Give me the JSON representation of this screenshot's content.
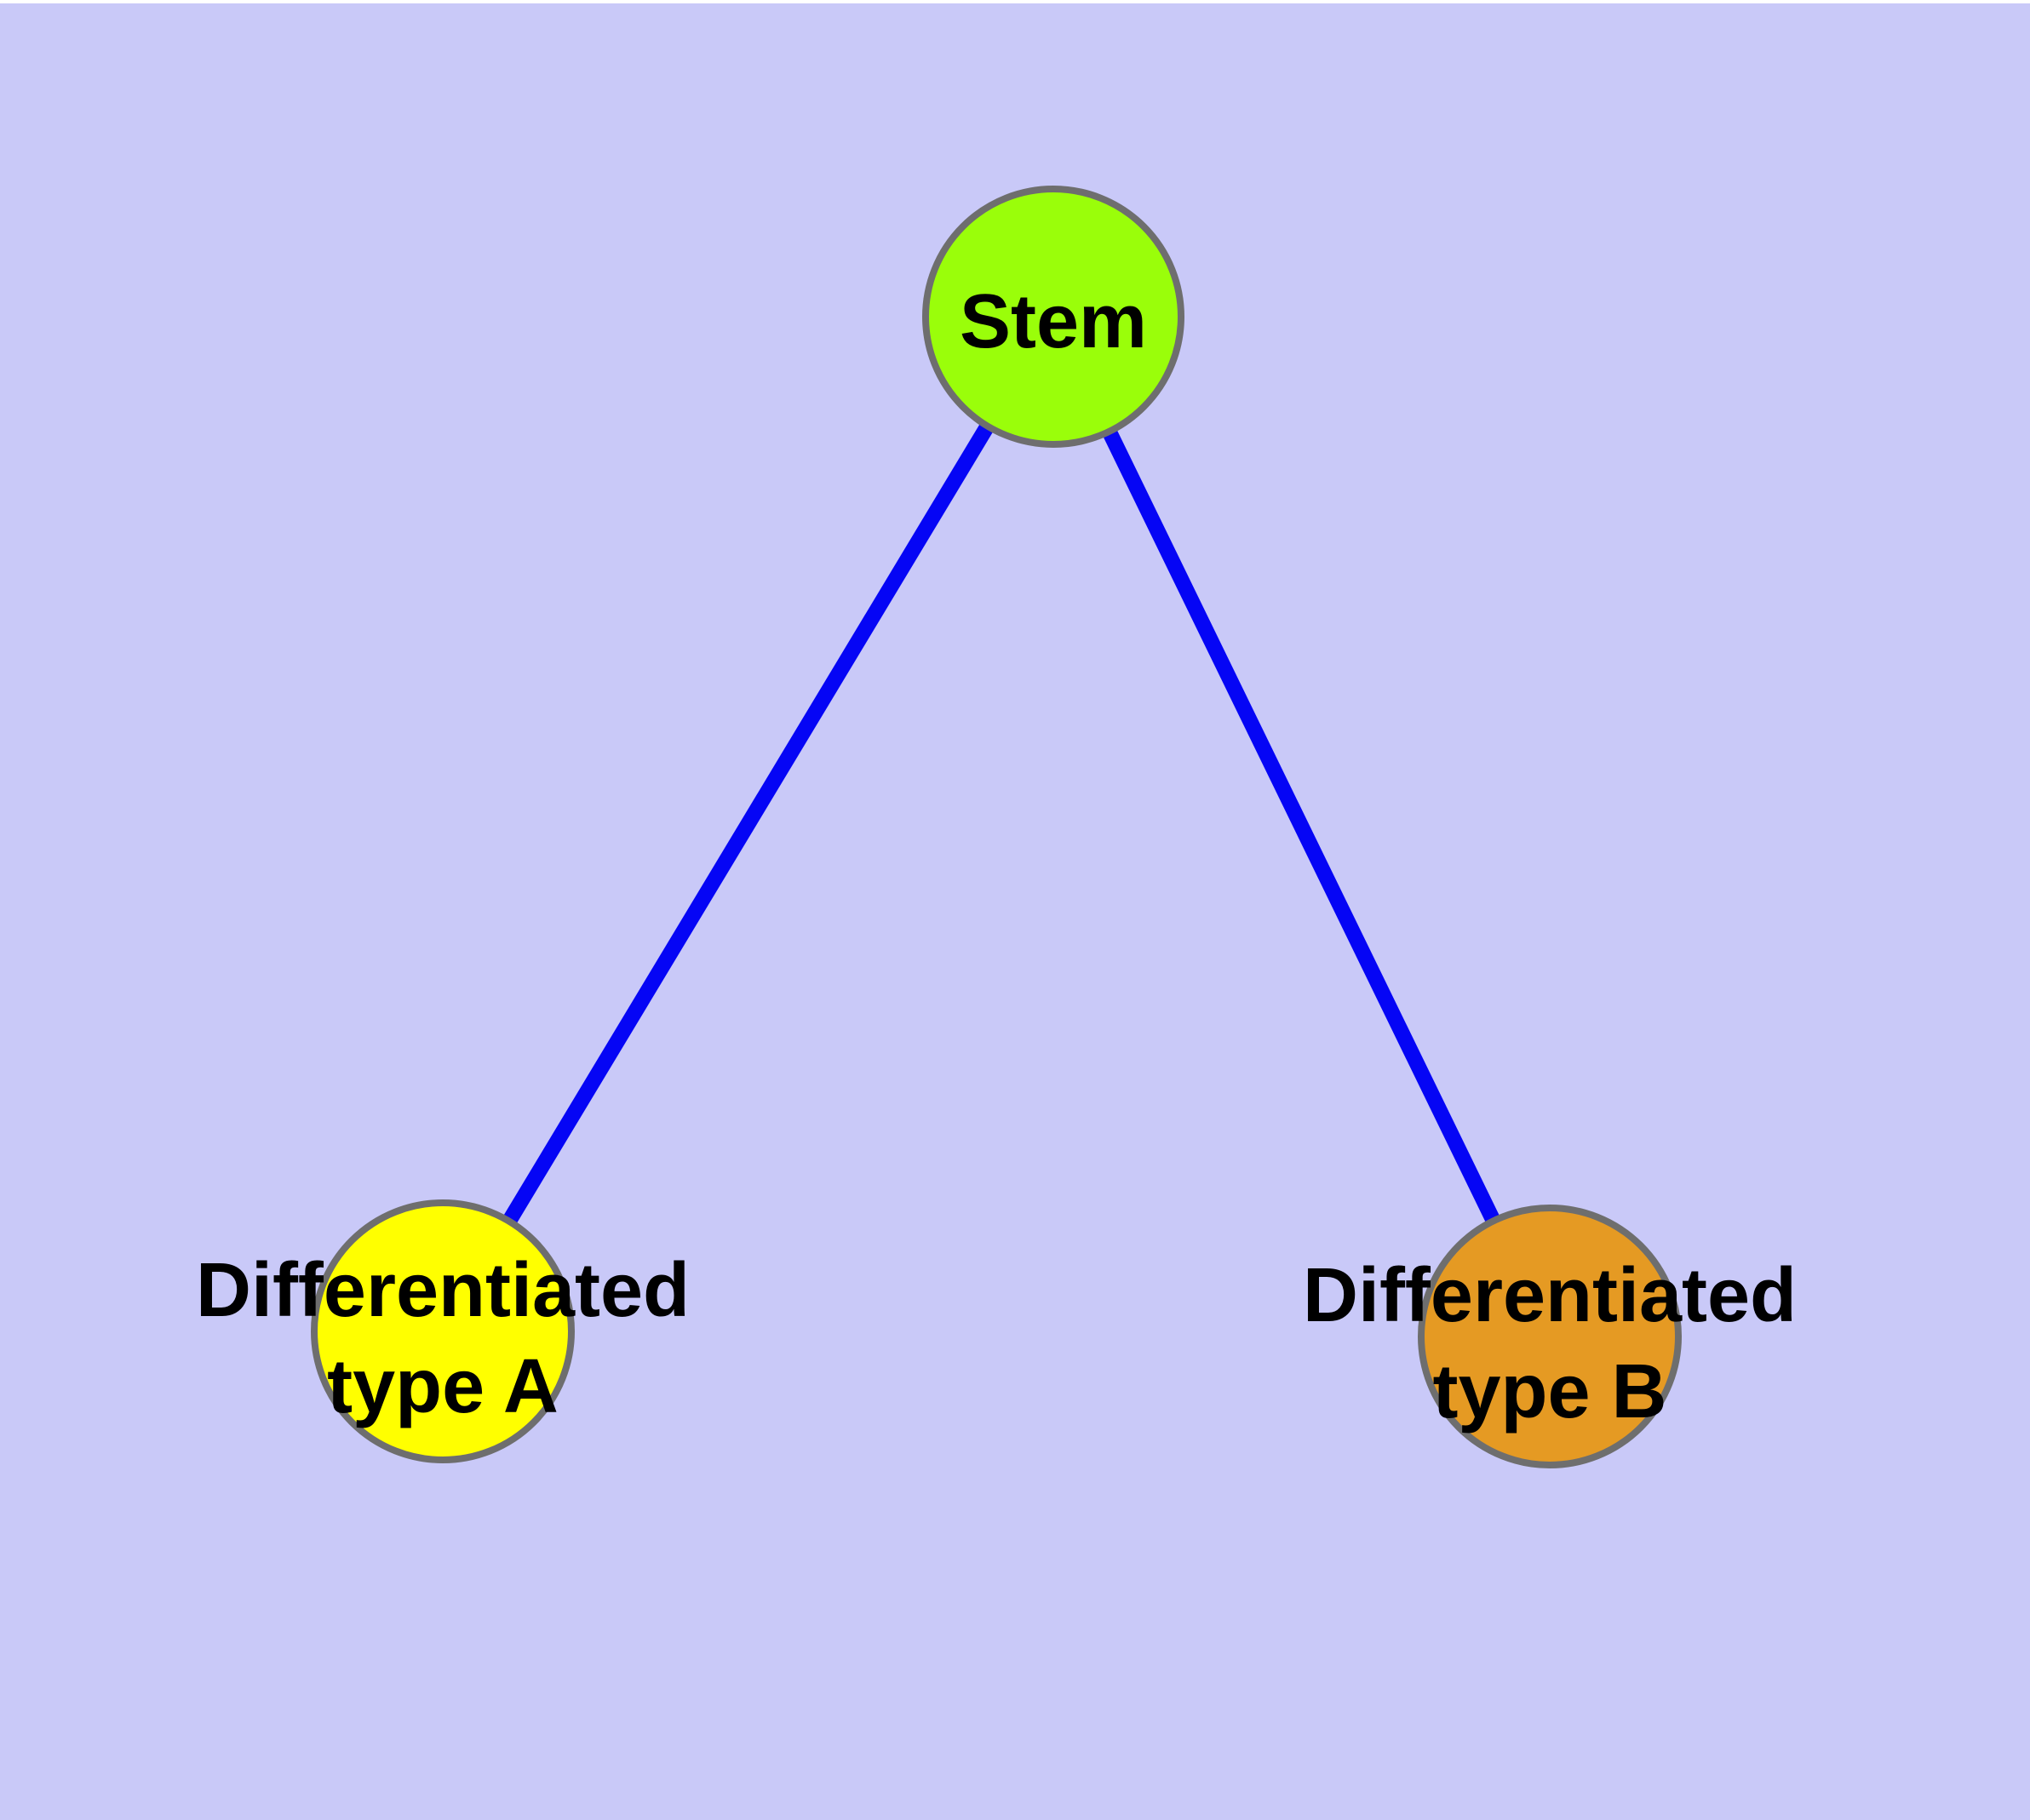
{
  "diagram": {
    "type": "node-link-graph",
    "background_color": "#C9C9F8",
    "top_margin_color": "#FFFFFF",
    "edge_color": "#0505F5",
    "node_border_color": "#6E6E6E",
    "label_color": "#000000",
    "nodes": [
      {
        "id": "stem",
        "label": "Stem",
        "lines": [
          "Stem"
        ],
        "fill": "#9AFE0A"
      },
      {
        "id": "differentiated-type-a",
        "label": "Differentiated type A",
        "lines": [
          "Differentiated",
          "type A"
        ],
        "fill": "#FFFF00"
      },
      {
        "id": "differentiated-type-b",
        "label": "Differentiated type B",
        "lines": [
          "Differentiated",
          "type B"
        ],
        "fill": "#E59A23"
      }
    ],
    "edges": [
      {
        "from": "Stem",
        "to": "Differentiated type A"
      },
      {
        "from": "Stem",
        "to": "Differentiated type B"
      }
    ]
  }
}
